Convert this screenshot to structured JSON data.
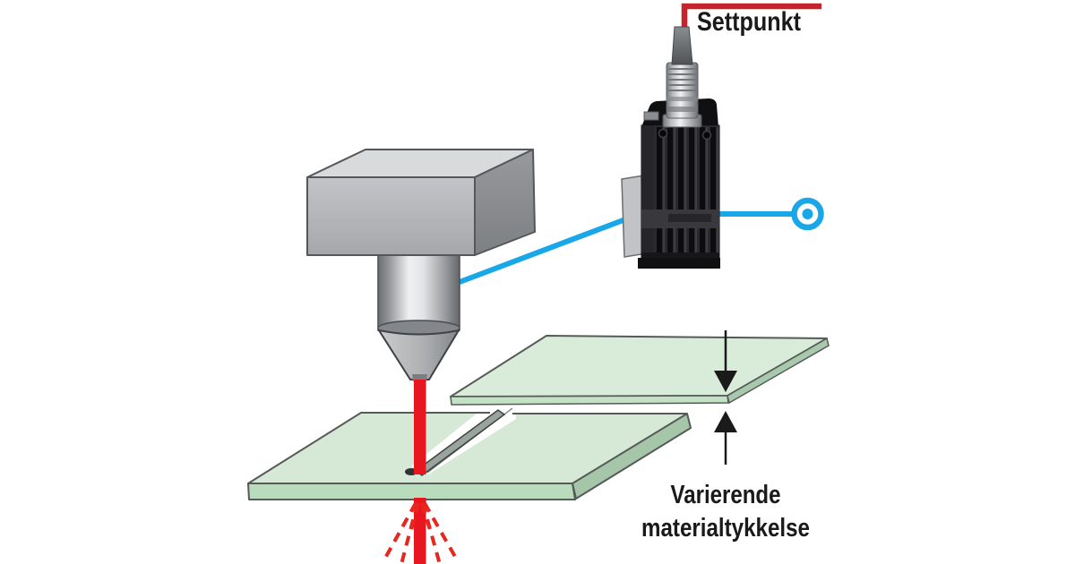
{
  "labels": {
    "setpoint": "Settpunkt",
    "thickness_line1": "Varierende",
    "thickness_line2": "materialtykkelse"
  },
  "colors": {
    "setpoint_wire_red": "#c6242c",
    "laser_beam_red": "#e8161e",
    "spray_red": "#e8251f",
    "signal_cable_blue": "#1aa7e8",
    "sheet_green_top": "#d6e9d7",
    "sheet_green_front": "#b9ddbc",
    "sheet_green_side": "#a6c6aa",
    "arrow_black": "#1a1a1a",
    "sensor_body_black": "#1d1d20",
    "head_gray": "#b4b5b8"
  }
}
